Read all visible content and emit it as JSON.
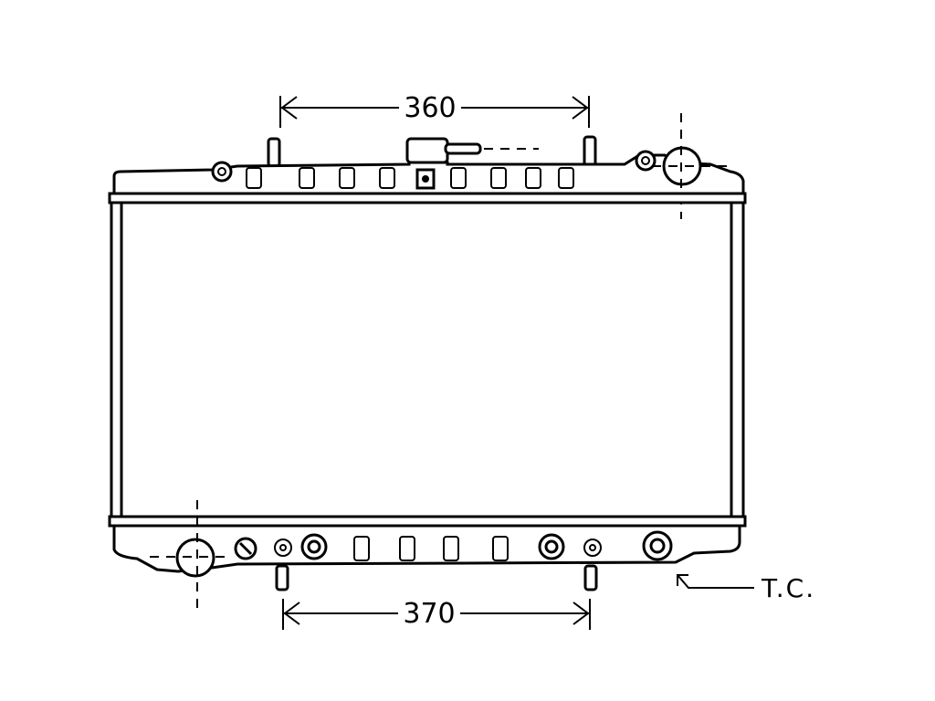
{
  "dimensions": {
    "top_width": "360",
    "bottom_width": "370"
  },
  "labels": {
    "tc": "T.C."
  }
}
